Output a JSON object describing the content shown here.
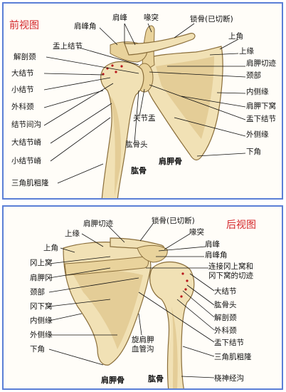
{
  "front": {
    "title": "前视图",
    "labels": {
      "jianfengjiao": "肩峰角",
      "jianfeng": "肩峰",
      "huitu": "喙突",
      "suogu": "锁骨(已切断)",
      "shangjiao": "上角",
      "shangyuan": "上缘",
      "jianjiaqieji": "肩胛切迹",
      "jingbu": "颈部",
      "neiceyuan": "内侧缘",
      "jianjiaxiawo": "肩胛下窝",
      "yuxiajiejie": "盂下结节",
      "waiceyuan": "外侧缘",
      "xiajiao": "下角",
      "jianjiagu": "肩胛骨",
      "yushangjiejie": "盂上结节",
      "jiepoujing": "解剖颈",
      "dajiejie": "大结节",
      "xiaojiejie": "小结节",
      "waikejing": "外科颈",
      "jiejiejiangou": "结节间沟",
      "dajiejieji": "大结节嵴",
      "xiaojiejieji": "小结节嵴",
      "sanjiaojicu": "三角肌粗隆",
      "guanjieyu": "关节盂",
      "gongtou": "肱骨头",
      "gonggu": "肱骨"
    }
  },
  "back": {
    "title": "后视图",
    "labels": {
      "jianjiaqieji": "肩胛切迹",
      "suogu": "锁骨(已切断)",
      "huitu": "喙突",
      "shangyuan": "上缘",
      "jianfeng": "肩峰",
      "shangjiao": "上角",
      "jianfengjiao": "肩峰角",
      "lianjie1": "连接冈上窝和",
      "lianjie2": "冈下窝的切迹",
      "gangshangwo": "冈上窝",
      "jianjiagang": "肩胛冈",
      "jingbu": "颈部",
      "dajiejie": "大结节",
      "gongtou": "肱骨头",
      "gangxiawo": "冈下窝",
      "jiepoujing": "解剖颈",
      "neiceyuan": "内侧缘",
      "waikejing": "外科颈",
      "waiceyuan": "外侧缘",
      "yuxiajiejie": "盂下结节",
      "xiajiao": "下角",
      "xuanjianjia1": "旋肩胛",
      "xuanjianjia2": "血管沟",
      "sanjiaojicu": "三角肌粗隆",
      "jianjiagu": "肩胛骨",
      "gonggu": "肱骨",
      "raoshenjinggou": "桡神经沟"
    }
  },
  "colors": {
    "title": "#d4262a",
    "border": "#5b7fd6",
    "bone": "#f1e1b5"
  }
}
